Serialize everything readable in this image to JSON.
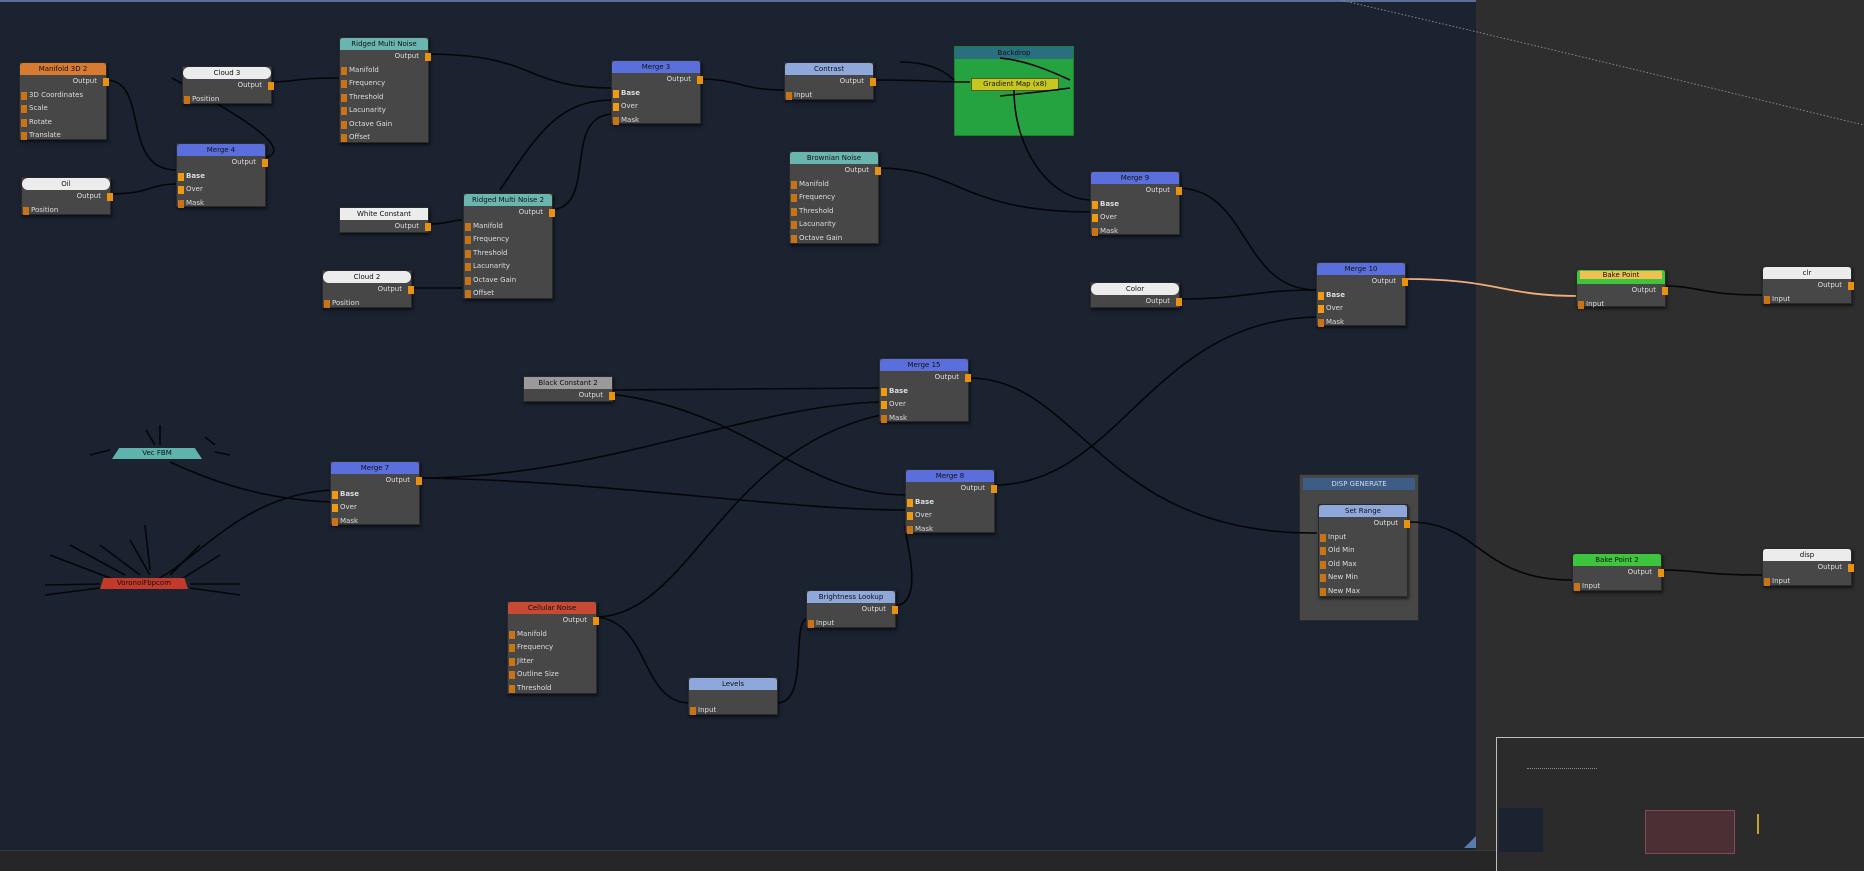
{
  "canvas": {
    "background": "#1b2230",
    "accent": "#5a6f95"
  },
  "nodes": {
    "manifold3d": {
      "title": "Manifold 3D 2",
      "output": "Output",
      "inputs": [
        "3D Coordinates",
        "Scale",
        "Rotate",
        "Translate"
      ]
    },
    "oil": {
      "title": "Oil",
      "output": "Output",
      "inputs": [
        "Position"
      ]
    },
    "cloud3": {
      "title": "Cloud 3",
      "output": "Output",
      "inputs": [
        "Position"
      ]
    },
    "merge4": {
      "title": "Merge 4",
      "output": "Output",
      "inputs": [
        "Base",
        "Over",
        "Mask"
      ]
    },
    "ridged1": {
      "title": "Ridged Multi Noise",
      "output": "Output",
      "inputs": [
        "Manifold",
        "Frequency",
        "Threshold",
        "Lacunarity",
        "Octave Gain",
        "Offset"
      ]
    },
    "white_constant": {
      "title": "White Constant",
      "output": "Output"
    },
    "cloud2": {
      "title": "Cloud 2",
      "output": "Output",
      "inputs": [
        "Position"
      ]
    },
    "ridged2": {
      "title": "Ridged Multi Noise 2",
      "output": "Output",
      "inputs": [
        "Manifold",
        "Frequency",
        "Threshold",
        "Lacunarity",
        "Octave Gain",
        "Offset"
      ]
    },
    "merge3": {
      "title": "Merge 3",
      "output": "Output",
      "inputs": [
        "Base",
        "Over",
        "Mask"
      ]
    },
    "contrast": {
      "title": "Contrast",
      "output": "Output",
      "inputs": [
        "Input"
      ]
    },
    "brownian": {
      "title": "Brownian Noise",
      "output": "Output",
      "inputs": [
        "Manifold",
        "Frequency",
        "Threshold",
        "Lacunarity",
        "Octave Gain"
      ]
    },
    "backdrop": {
      "title": "Backdrop",
      "inner": "Gradient Map (x8)"
    },
    "merge9": {
      "title": "Merge 9",
      "output": "Output",
      "inputs": [
        "Base",
        "Over",
        "Mask"
      ]
    },
    "color": {
      "title": "Color",
      "output": "Output"
    },
    "merge10": {
      "title": "Merge 10",
      "output": "Output",
      "inputs": [
        "Base",
        "Over",
        "Mask"
      ]
    },
    "bake_point": {
      "title": "Bake Point",
      "output": "Output",
      "inputs": [
        "Input"
      ]
    },
    "clr": {
      "title": "clr",
      "output": "Output",
      "inputs": [
        "Input"
      ]
    },
    "black_constant2": {
      "title": "Black Constant 2",
      "output": "Output"
    },
    "merge15": {
      "title": "Merge 15",
      "output": "Output",
      "inputs": [
        "Base",
        "Over",
        "Mask"
      ]
    },
    "vec_fbm": {
      "title": "Vec FBM"
    },
    "merge7": {
      "title": "Merge 7",
      "output": "Output",
      "inputs": [
        "Base",
        "Over",
        "Mask"
      ]
    },
    "merge8": {
      "title": "Merge 8",
      "output": "Output",
      "inputs": [
        "Base",
        "Over",
        "Mask"
      ]
    },
    "voronoi": {
      "title": "VoronoiFbpcom"
    },
    "cellular": {
      "title": "Cellular Noise",
      "output": "Output",
      "inputs": [
        "Manifold",
        "Frequency",
        "Jitter",
        "Outline Size",
        "Threshold"
      ]
    },
    "levels": {
      "title": "Levels",
      "output": "",
      "inputs": [
        "Input"
      ]
    },
    "brightness": {
      "title": "Brightness Lookup",
      "output": "Output",
      "inputs": [
        "Input"
      ]
    },
    "disp_group": {
      "title": "DISP GENERATE"
    },
    "set_range": {
      "title": "Set Range",
      "output": "Output",
      "inputs": [
        "Input",
        "Old Min",
        "Old Max",
        "New Min",
        "New Max"
      ]
    },
    "bake_point2": {
      "title": "Bake Point 2",
      "output": "Output",
      "inputs": [
        "Input"
      ]
    },
    "disp": {
      "title": "disp",
      "output": "Output",
      "inputs": [
        "Input"
      ]
    }
  }
}
